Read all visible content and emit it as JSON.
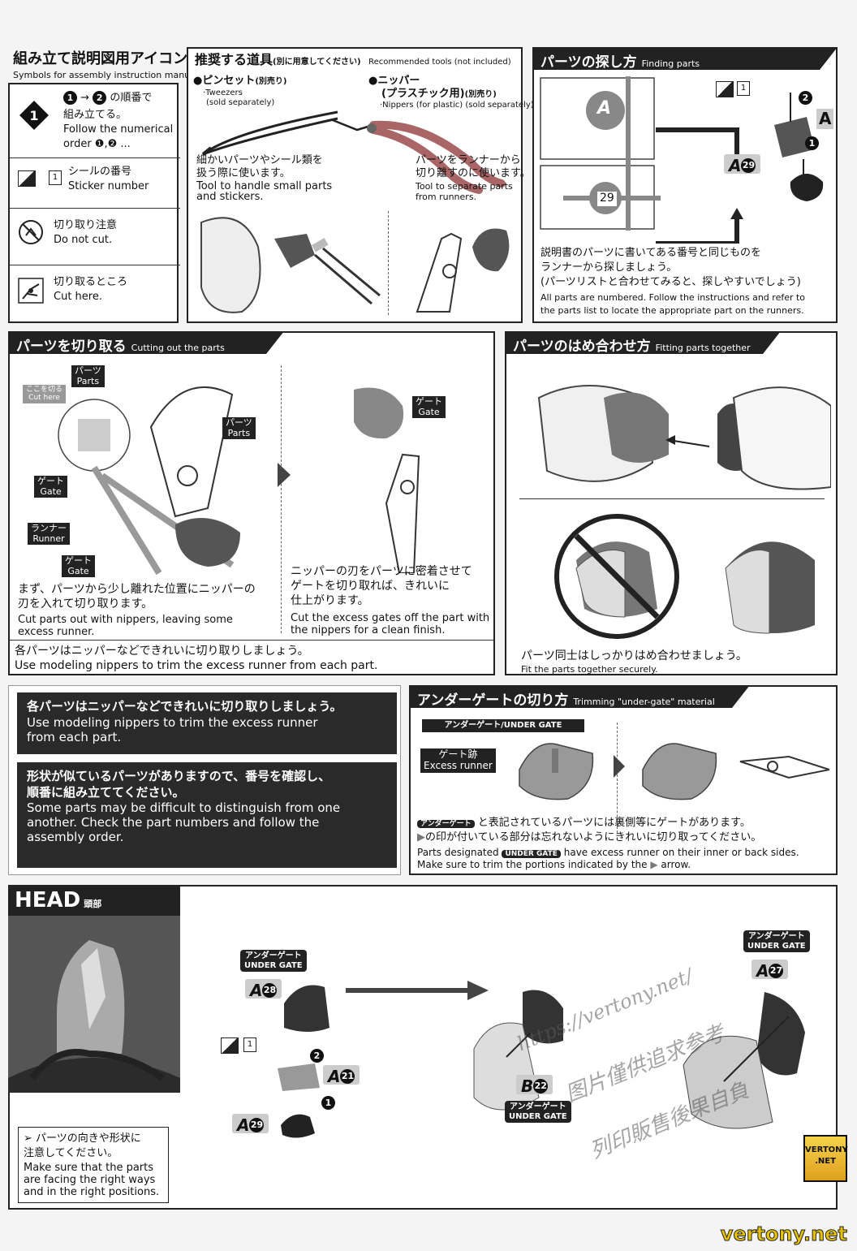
{
  "icons_panel": {
    "title": "組み立て説明図用アイコン",
    "subtitle": "Symbols for assembly instruction manuals",
    "order_jp_1": "→",
    "order_jp_2": "の順番で",
    "order_jp_3": "組み立てる。",
    "order_en_1": "Follow the numerical",
    "order_en_2": "order ❶,❷ ...",
    "step_a": "1",
    "step_b": "2",
    "sticker_jp": "シールの番号",
    "sticker_en": "Sticker number",
    "sticker_num": "1",
    "nocut_jp": "切り取り注意",
    "nocut_en": "Do not cut.",
    "cut_jp": "切り取るところ",
    "cut_en": "Cut here."
  },
  "tools_panel": {
    "title": "推奨する道具",
    "title_note": "(別に用意してください)",
    "title_en": "Recommended tools (not included)",
    "tweezers_jp": "●ピンセット",
    "tweezers_jp_note": "(別売り)",
    "tweezers_en_1": "·Tweezers",
    "tweezers_en_2": "(sold separately)",
    "nippers_jp": "●ニッパー",
    "nippers_jp_2": "(プラスチック用)",
    "nippers_jp_note": "(別売り)",
    "nippers_en": "·Nippers (for plastic) (sold separately)",
    "tweezers_desc_jp_1": "細かいパーツやシール類を",
    "tweezers_desc_jp_2": "扱う際に使います。",
    "tweezers_desc_en_1": "Tool to handle small parts",
    "tweezers_desc_en_2": "and stickers.",
    "nippers_desc_jp_1": "パーツをランナーから",
    "nippers_desc_jp_2": "切り離すのに使います。",
    "nippers_desc_en_1": "Tool to separate parts",
    "nippers_desc_en_2": "from runners."
  },
  "finding_panel": {
    "title": "パーツの探し方",
    "title_en": "Finding parts",
    "runner_letter": "A",
    "runner_num": "29",
    "part_label": "A",
    "part_num": "29",
    "step_2": "2",
    "step_1": "1",
    "sticker_num": "1",
    "letter_side": "A",
    "jp_1": "説明書のパーツに書いてある番号と同じものを",
    "jp_2": "ランナーから探しましょう。",
    "jp_3": "(パーツリストと合わせてみると、探しやすいでしょう)",
    "en_1": "All parts are numbered. Follow the instructions and refer to",
    "en_2": "the parts list to locate the appropriate part on the runners."
  },
  "cutting_panel": {
    "title": "パーツを切り取る",
    "title_en": "Cutting out the parts",
    "cut_here_jp": "ここを切る",
    "cut_here_en": "Cut here",
    "parts_jp": "パーツ",
    "parts_en": "Parts",
    "gate_jp": "ゲート",
    "gate_en": "Gate",
    "runner_jp": "ランナー",
    "runner_en": "Runner",
    "step1_jp_1": "まず、パーツから少し離れた位置にニッパーの",
    "step1_jp_2": "刃を入れて切り取ります。",
    "step1_en_1": "Cut parts out with nippers, leaving some",
    "step1_en_2": "excess runner.",
    "step2_jp_1": "ニッパーの刃をパーツに密着させて",
    "step2_jp_2": "ゲートを切り取れば、きれいに",
    "step2_jp_3": "仕上がります。",
    "step2_en_1": "Cut the excess gates off the part with",
    "step2_en_2": "the nippers for a clean finish.",
    "footer_jp": "各パーツはニッパーなどできれいに切り取りしましょう。",
    "footer_en": "Use modeling nippers to trim the excess runner from each part."
  },
  "fitting_panel": {
    "title": "パーツのはめ合わせ方",
    "title_en": "Fitting parts together",
    "jp": "パーツ同士はしっかりはめ合わせましょう。",
    "en": "Fit the parts together securely."
  },
  "notice_blocks": [
    {
      "jp": "各パーツはニッパーなどできれいに切り取りしましょう。",
      "en_1": "Use modeling nippers to trim the excess runner",
      "en_2": "from each part."
    },
    {
      "jp_1": "形状が似ているパーツがありますので、番号を確認し、",
      "jp_2": "順番に組み立ててください。",
      "en_1": "Some parts may be difficult to distinguish from one",
      "en_2": "another. Check the part numbers and follow the",
      "en_3": "assembly order."
    }
  ],
  "undergate_panel": {
    "title": "アンダーゲートの切り方",
    "title_en": "Trimming \"under-gate\" material",
    "tag": "アンダーゲート/UNDER GATE",
    "trace_jp": "ゲート跡",
    "trace_en": "Excess runner",
    "inline_tag_jp": "アンダーゲート",
    "inline_tag_en": "UNDER GATE",
    "jp_1": "と表記されているパーツには裏側等にゲートがあります。",
    "jp_2": "の印が付いている部分は忘れないようにきれいに切り取ってください。",
    "en_1a": "Parts designated",
    "en_1b": "have excess runner on their inner or back sides.",
    "en_2a": "Make sure to trim the portions indicated by the",
    "en_2b": "arrow."
  },
  "head_panel": {
    "title": "HEAD",
    "title_jp": "頭部",
    "ug_jp": "アンダーゲート",
    "ug_en": "UNDER GATE",
    "part_a28": "A",
    "num_28": "28",
    "part_a21": "A",
    "num_21": "21",
    "part_a29": "A",
    "num_29": "29",
    "part_b22": "B",
    "num_22": "22",
    "part_a27": "A",
    "num_27": "27",
    "sticker_num": "1",
    "step_2": "2",
    "step_1": "1",
    "note_jp_1": "パーツの向きや形状に",
    "note_jp_2": "注意してください。",
    "note_en_1": "Make sure that the parts",
    "note_en_2": "are facing the right ways",
    "note_en_3": "and in the right positions."
  },
  "watermark": {
    "url": "https://vertony.net/",
    "cn_1": "图片僅供追求参考",
    "cn_2": "列印販售後果自負",
    "badge_1": "VERTONY",
    "badge_2": ".NET",
    "footer": "vertony.net"
  }
}
